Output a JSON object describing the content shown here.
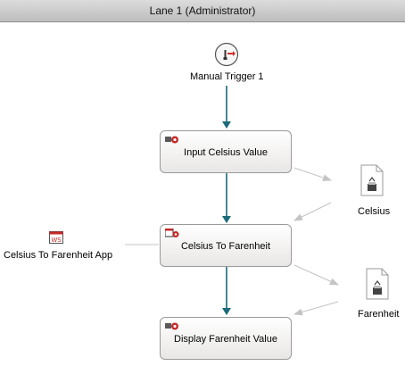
{
  "lane": {
    "title": "Lane 1 (Administrator)"
  },
  "trigger": {
    "label": "Manual Trigger 1",
    "icon": "manual-trigger-icon"
  },
  "tasks": [
    {
      "label": "Input Celsius Value",
      "icon": "human-task-icon"
    },
    {
      "label": "Celsius To Farenheit",
      "icon": "web-service-task-icon"
    },
    {
      "label": "Display Farenheit Value",
      "icon": "human-task-icon"
    }
  ],
  "documents": [
    {
      "label": "Celsius",
      "icon": "data-document-icon"
    },
    {
      "label": "Farenheit",
      "icon": "data-document-icon"
    }
  ],
  "application": {
    "label": "Celsius To Farenheit App",
    "icon": "web-service-app-icon",
    "badge": "WS"
  },
  "colors": {
    "flow_arrow": "#1b6b7a",
    "data_arrow": "#c4c4c4",
    "task_icon_red": "#c62828"
  }
}
